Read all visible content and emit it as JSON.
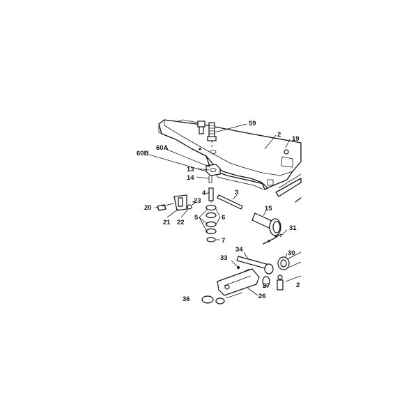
{
  "labels": {
    "p59": "59",
    "p2": "2",
    "p19": "19",
    "p60a": "60A",
    "p60b": "60B",
    "p13": "13",
    "p14": "14",
    "p4": "4",
    "p3": "3",
    "p23": "23",
    "p20": "20",
    "p21": "21",
    "p22": "22",
    "p5": "5",
    "p6": "6",
    "p15": "15",
    "p7": "7",
    "p31": "31",
    "p34": "34",
    "p30": "30",
    "p33": "33",
    "p27": "27",
    "p26": "26",
    "p36": "36",
    "p28": "2"
  },
  "colors": {
    "ink": "#111111",
    "background": "#ffffff"
  }
}
